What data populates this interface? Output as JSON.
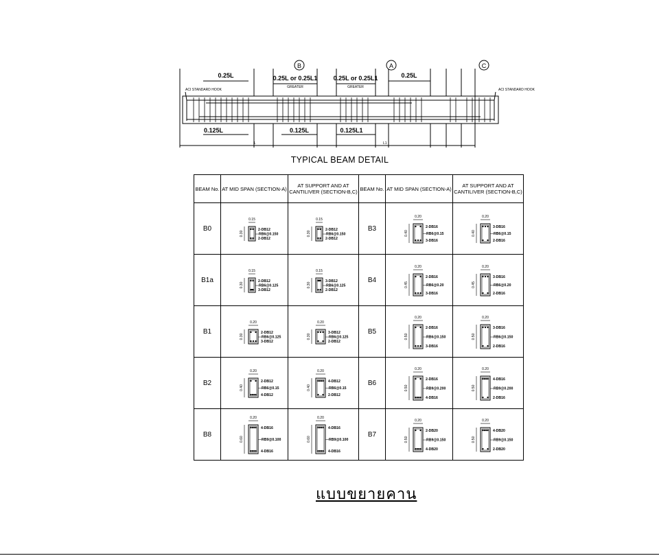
{
  "beam_detail": {
    "caption": "TYPICAL BEAM DETAIL",
    "grid_markers": [
      "B",
      "A",
      "C"
    ],
    "dimensions_top": [
      "0.25L",
      "0.25L or 0.25L1",
      "0.25L or 0.25L1",
      "0.25L"
    ],
    "greater_notes": [
      "GREATER",
      "GREATER"
    ],
    "dimensions_bottom": [
      "0.125L",
      "0.125L",
      "0.125L1"
    ],
    "hook_notes": [
      "ACI STANDARD HOOK",
      "ACI STANDARD HOOK"
    ],
    "span_labels": [
      "L",
      "L1"
    ]
  },
  "table": {
    "headers": {
      "beam_no": "BEAM No.",
      "mid_span": "AT MID SPAN (SECTION-A)",
      "support": "AT SUPPORT AND AT CANTILIVER (SECTION-B,C)"
    },
    "left": [
      {
        "beam": "B0",
        "w": "0.15",
        "h": "0.30",
        "mid": [
          "2-DB12",
          "RB6@0.150",
          "2-DB12"
        ],
        "sup": [
          "2-DB12",
          "RB6@0.150",
          "2-DB12"
        ]
      },
      {
        "beam": "B1a",
        "w": "0.15",
        "h": "0.30",
        "mid": [
          "2-DB12",
          "RB6@0.125",
          "3-DB12"
        ],
        "sup": [
          "3-DB12",
          "RB6@0.125",
          "2-DB12"
        ]
      },
      {
        "beam": "B1",
        "w": "0.20",
        "h": "0.30",
        "mid": [
          "2-DB12",
          "RB6@0.125",
          "3-DB12"
        ],
        "sup": [
          "3-DB12",
          "RB6@0.125",
          "2-DB12"
        ]
      },
      {
        "beam": "B2",
        "w": "0.20",
        "h": "0.40",
        "mid": [
          "2-DB12",
          "RB6@0.15",
          "4-DB12"
        ],
        "sup": [
          "4-DB12",
          "RB6@0.15",
          "2-DB12"
        ]
      },
      {
        "beam": "B8",
        "w": "0.20",
        "h": "0.60",
        "mid": [
          "4-DB16",
          "RB9@0.100",
          "4-DB16"
        ],
        "sup": [
          "4-DB16",
          "RB9@0.100",
          "4-DB16"
        ]
      }
    ],
    "right": [
      {
        "beam": "B3",
        "w": "0.20",
        "h": "0.40",
        "mid": [
          "2-DB16",
          "RB6@0.15",
          "3-DB16"
        ],
        "sup": [
          "3-DB16",
          "RB6@0.15",
          "2-DB16"
        ]
      },
      {
        "beam": "B4",
        "w": "0.20",
        "h": "0.45",
        "mid": [
          "2-DB16",
          "RB6@0.20",
          "3-DB16"
        ],
        "sup": [
          "3-DB16",
          "RB6@0.20",
          "2-DB16"
        ]
      },
      {
        "beam": "B5",
        "w": "0.20",
        "h": "0.50",
        "mid": [
          "2-DB16",
          "RB6@0.150",
          "3-DB16"
        ],
        "sup": [
          "3-DB16",
          "RB6@0.150",
          "2-DB16"
        ]
      },
      {
        "beam": "B6",
        "w": "0.20",
        "h": "0.50",
        "mid": [
          "2-DB16",
          "RB9@0.200",
          "4-DB16"
        ],
        "sup": [
          "4-DB16",
          "RB9@0.200",
          "2-DB16"
        ]
      },
      {
        "beam": "B7",
        "w": "0.20",
        "h": "0.50",
        "mid": [
          "2-DB20",
          "RB9@0.150",
          "4-DB20"
        ],
        "sup": [
          "4-DB20",
          "RB9@0.150",
          "2-DB20"
        ]
      }
    ]
  },
  "thai_title": "แบบขยายคาน"
}
